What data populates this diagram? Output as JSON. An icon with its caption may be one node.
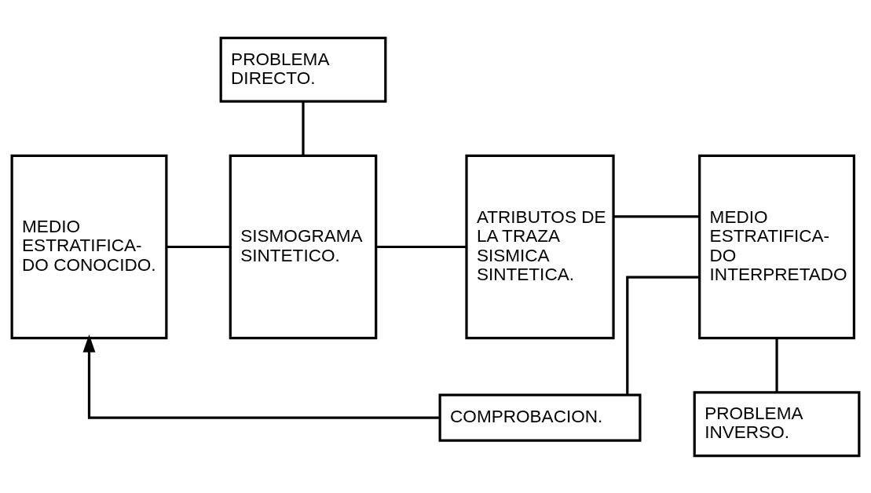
{
  "diagram": {
    "nodes": [
      {
        "text": [
          "PROBLEMA DIRECTO."
        ]
      },
      {
        "text": [
          "PROBLEMA INVERSO."
        ]
      },
      {
        "text": [
          "MEDIO ESTRATIFICA- DO CONOCIDO."
        ]
      },
      {
        "text": [
          "SISMOGRAMA SINTETICO."
        ]
      },
      {
        "text": [
          "ATRIBUTOS DE LA TRAZA SISMICA SINTETICA."
        ]
      },
      {
        "text": [
          "MEDIO ESTRATIFICA- DO INTERPRETADO"
        ]
      },
      {
        "text": [
          "COMPROBACION."
        ]
      }
    ],
    "edges": [
      {
        "from": 2,
        "to": 3,
        "arrow": "none"
      },
      {
        "from": 0,
        "to": 3,
        "arrow": "none"
      },
      {
        "from": 3,
        "to": 4,
        "arrow": "none"
      },
      {
        "from": 4,
        "to": 5,
        "arrow": "none"
      },
      {
        "from": 1,
        "to": 5,
        "arrow": "none"
      },
      {
        "from": 5,
        "to": 6,
        "arrow": "none"
      },
      {
        "from": 6,
        "to": 2,
        "arrow": "to"
      }
    ]
  }
}
